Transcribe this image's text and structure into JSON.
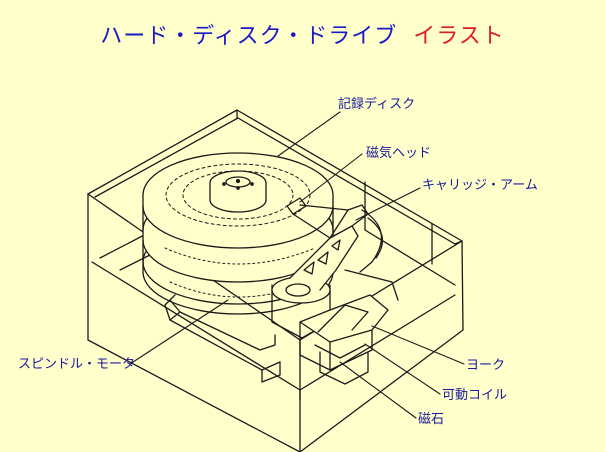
{
  "title": {
    "main": "ハード・ディスク・ドライブ",
    "accent": "イラスト"
  },
  "labels": {
    "platter": "記録ディスク",
    "head": "磁気ヘッド",
    "arm": "キャリッジ・アーム",
    "spindle": "スピンドル・モータ",
    "yoke": "ヨーク",
    "coil": "可動コイル",
    "magnet": "磁石"
  },
  "colors": {
    "background": "#ffffcc",
    "title": "#1a1ac8",
    "accent": "#e0192e",
    "label": "#1a1a9c",
    "line": "#1a1a1a"
  }
}
